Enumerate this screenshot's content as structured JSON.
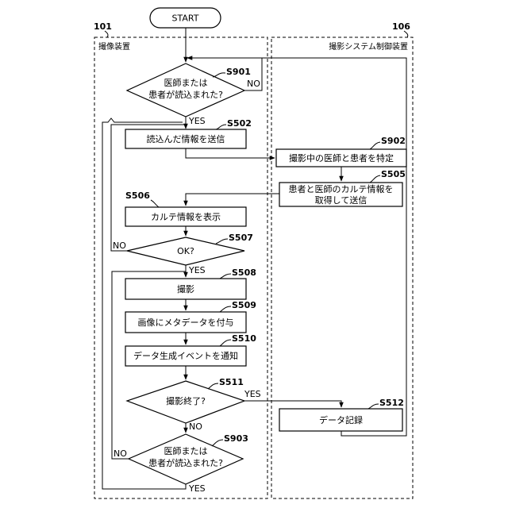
{
  "flowchart": {
    "start": "START",
    "imaging_device": {
      "ref": "101",
      "title": "撮像装置"
    },
    "control_device": {
      "ref": "106",
      "title": "撮影システム制御装置"
    },
    "s901": {
      "step": "S901",
      "line1": "医師または",
      "line2": "患者が読込まれた?",
      "no": "NO",
      "yes": "YES"
    },
    "s502": {
      "step": "S502",
      "label": "読込んだ情報を送信"
    },
    "s902": {
      "step": "S902",
      "label": "撮影中の医師と患者を特定"
    },
    "s505": {
      "step": "S505",
      "line1": "患者と医師のカルテ情報を",
      "line2": "取得して送信"
    },
    "s506": {
      "step": "S506",
      "label": "カルテ情報を表示"
    },
    "s507": {
      "step": "S507",
      "label": "OK?",
      "no": "NO",
      "yes": "YES"
    },
    "s508": {
      "step": "S508",
      "label": "撮影"
    },
    "s509": {
      "step": "S509",
      "label": "画像にメタデータを付与"
    },
    "s510": {
      "step": "S510",
      "label": "データ生成イベントを通知"
    },
    "s511": {
      "step": "S511",
      "label": "撮影終了?",
      "yes": "YES",
      "no": "NO"
    },
    "s512": {
      "step": "S512",
      "label": "データ記録"
    },
    "s903": {
      "step": "S903",
      "line1": "医師または",
      "line2": "患者が読込まれた?",
      "no": "NO",
      "yes": "YES"
    }
  }
}
